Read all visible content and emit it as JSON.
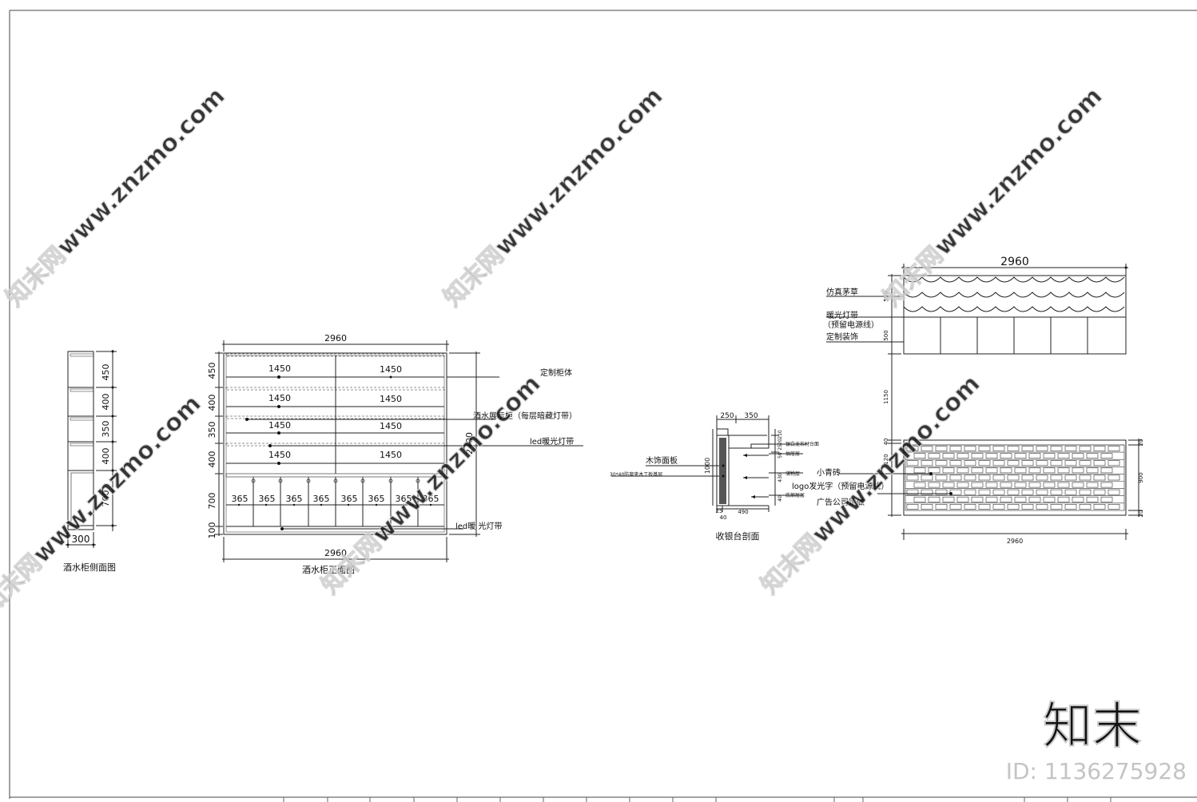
{
  "side_view": {
    "dims_v": [
      "450",
      "400",
      "350",
      "400",
      "700"
    ],
    "width": "300",
    "caption": "酒水柜侧面图"
  },
  "front_view": {
    "top_width": "2960",
    "bottom_width": "2960",
    "height": "2400",
    "dims_v": [
      "450",
      "400",
      "350",
      "400",
      "700",
      "100"
    ],
    "shelf_width": "1450",
    "drawer_width": "365",
    "labels": {
      "cabinet_body": "定制柜体",
      "display_cabinet": "酒水展示柜（每层暗藏灯带）",
      "led_strip": "led暖光灯带",
      "led_strip_bottom": "led暖 光灯带"
    },
    "caption": "酒水柜正面图"
  },
  "counter_section": {
    "top_dims": [
      "250",
      "350"
    ],
    "height": "1000",
    "bottom_dims": [
      "25",
      "40",
      "490"
    ],
    "right_dims": [
      "210",
      "20",
      "25",
      "50",
      "430",
      "40"
    ],
    "labels": {
      "wood_panel": "木饰面板",
      "base_layer": "30*40防腐夹木工板基层",
      "marble_top": "银白龙石材台面",
      "storage": "抽屉层",
      "storage2": "储物层",
      "storage3": "底部层层"
    },
    "caption": "收银台剖面"
  },
  "elevation": {
    "top_width": "2960",
    "bottom_width": "2960",
    "dims_v_left": [
      "550",
      "500",
      "1150",
      "40",
      "120"
    ],
    "dims_v_right": [
      "20",
      "900",
      "20"
    ],
    "labels": {
      "thatch": "仿真茅草",
      "warm_light": "暖光灯带",
      "warm_light_note": "（预留电源线）",
      "custom_deco": "定制装饰",
      "blue_brick": "小青砖",
      "logo": "logo发光字（预留电源线）",
      "ad_company": "广告公司定做"
    }
  },
  "watermark": {
    "text": "知末网www.znzmo.com",
    "brand": "知末",
    "id_label": "ID: 1136275928"
  }
}
